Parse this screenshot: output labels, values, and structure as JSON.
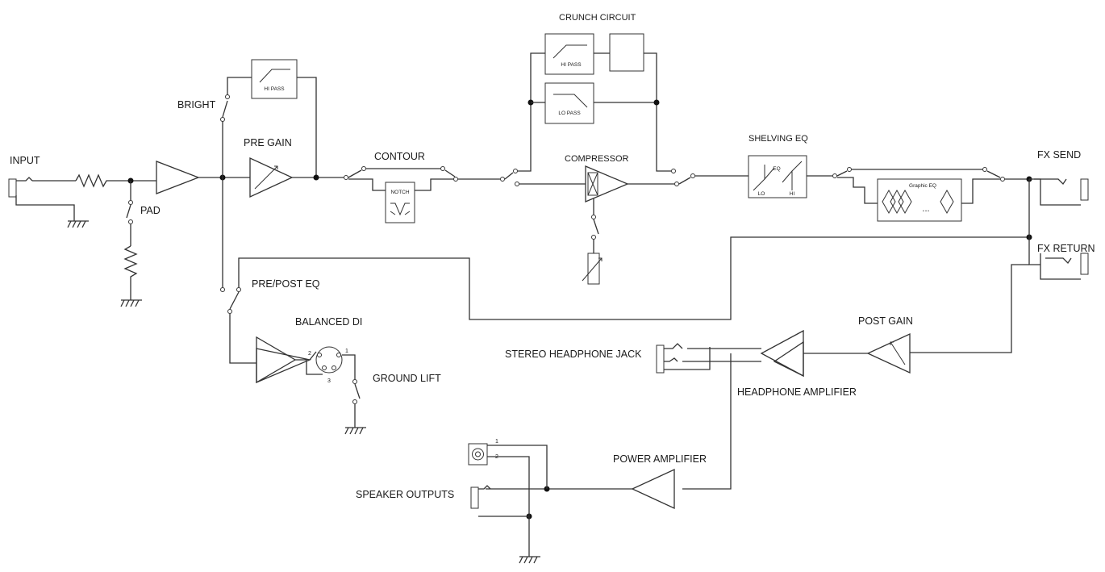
{
  "labels": {
    "input": "INPUT",
    "pad": "PAD",
    "bright": "BRIGHT",
    "pre_gain": "PRE GAIN",
    "hi_pass_bright": "HI PASS",
    "contour": "CONTOUR",
    "notch": "NOTCH",
    "crunch_circuit": "CRUNCH CIRCUIT",
    "crunch_hi_pass": "HI PASS",
    "crunch_lo_pass": "LO PASS",
    "compressor": "COMPRESSOR",
    "shelving_eq": "SHELVING EQ",
    "shelving_eq_inner": "EQ",
    "shelving_lo": "LO",
    "shelving_hi": "HI",
    "graphic_eq": "Graphic EQ",
    "graphic_ellipsis": "...",
    "fx_send": "FX SEND",
    "fx_return": "FX RETURN",
    "pre_post_eq": "PRE/POST EQ",
    "balanced_di": "BALANCED DI",
    "xlr_pin_1": "1",
    "xlr_pin_2": "2",
    "xlr_pin_3": "3",
    "ground_lift": "GROUND LIFT",
    "post_gain": "POST GAIN",
    "stereo_headphone_jack": "STEREO HEADPHONE JACK",
    "headphone_amplifier": "HEADPHONE AMPLIFIER",
    "power_amplifier": "POWER AMPLIFIER",
    "speaker_outputs": "SPEAKER OUTPUTS",
    "speakon_pin_1": "1",
    "speakon_pin_2": "2"
  }
}
